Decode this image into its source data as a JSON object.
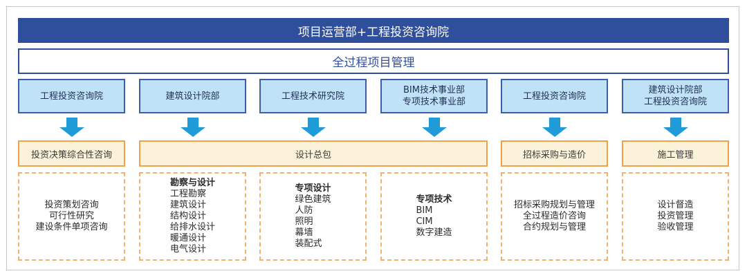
{
  "header": {
    "title": "项目运营部+工程投资咨询院"
  },
  "subheader": {
    "title": "全过程项目管理"
  },
  "departments": [
    "工程投资咨询院",
    "建筑设计院部",
    "工程技术研究院",
    "BIM技术事业部\n专项技术事业部",
    "工程投资咨询院",
    "建筑设计院部\n工程投资咨询院"
  ],
  "phases": [
    "投资决策综合性咨询",
    "设计总包",
    "招标采购与造价",
    "施工管理"
  ],
  "details": [
    {
      "title": "",
      "items": [
        "投资策划咨询",
        "可行性研究",
        "建设条件单项咨询"
      ]
    },
    {
      "title": "勘察与设计",
      "items": [
        "工程勘察",
        "建筑设计",
        "结构设计",
        "给排水设计",
        "暖通设计",
        "电气设计"
      ]
    },
    {
      "title": "专项设计",
      "items": [
        "绿色建筑",
        "人防",
        "照明",
        "幕墙",
        "装配式"
      ]
    },
    {
      "title": "专项技术",
      "items": [
        "BIM",
        "CIM",
        "数字建造"
      ]
    },
    {
      "title": "",
      "items": [
        "招标采购规划与管理",
        "全过程造价咨询",
        "合约规划与管理"
      ]
    },
    {
      "title": "",
      "items": [
        "设计督造",
        "投资管理",
        "验收管理"
      ]
    }
  ],
  "colors": {
    "primary": "#2f4f9d",
    "dept_fill": "#bfe2f6",
    "arrow": "#1f9bd7",
    "phase_border": "#eda24a",
    "phase_fill": "#fbf2d9",
    "detail_border": "#f0b26e"
  },
  "icons": {
    "arrow": "arrow-down-icon"
  }
}
